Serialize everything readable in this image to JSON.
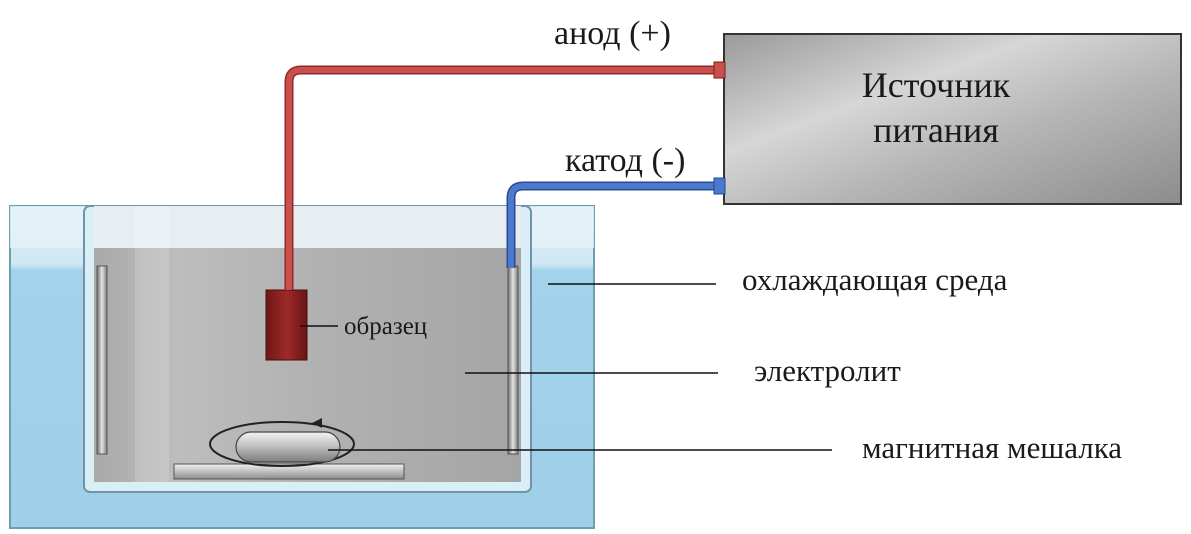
{
  "labels": {
    "anode": "анод  (+)",
    "cathode": "катод  (-)",
    "power_source_line1": "Источник",
    "power_source_line2": "питания",
    "cooling_medium": "охлаждающая среда",
    "sample": "образец",
    "electrolyte": "электролит",
    "magnetic_stirrer": "магнитная мешалка"
  },
  "colors": {
    "anode_wire": "#c0413f",
    "cathode_wire": "#3a63b8",
    "cooling_water": "#a7d6ec",
    "electrolyte": "#b4b4b4",
    "sample": "#8a2020",
    "power_box": "#c2c2c2"
  }
}
